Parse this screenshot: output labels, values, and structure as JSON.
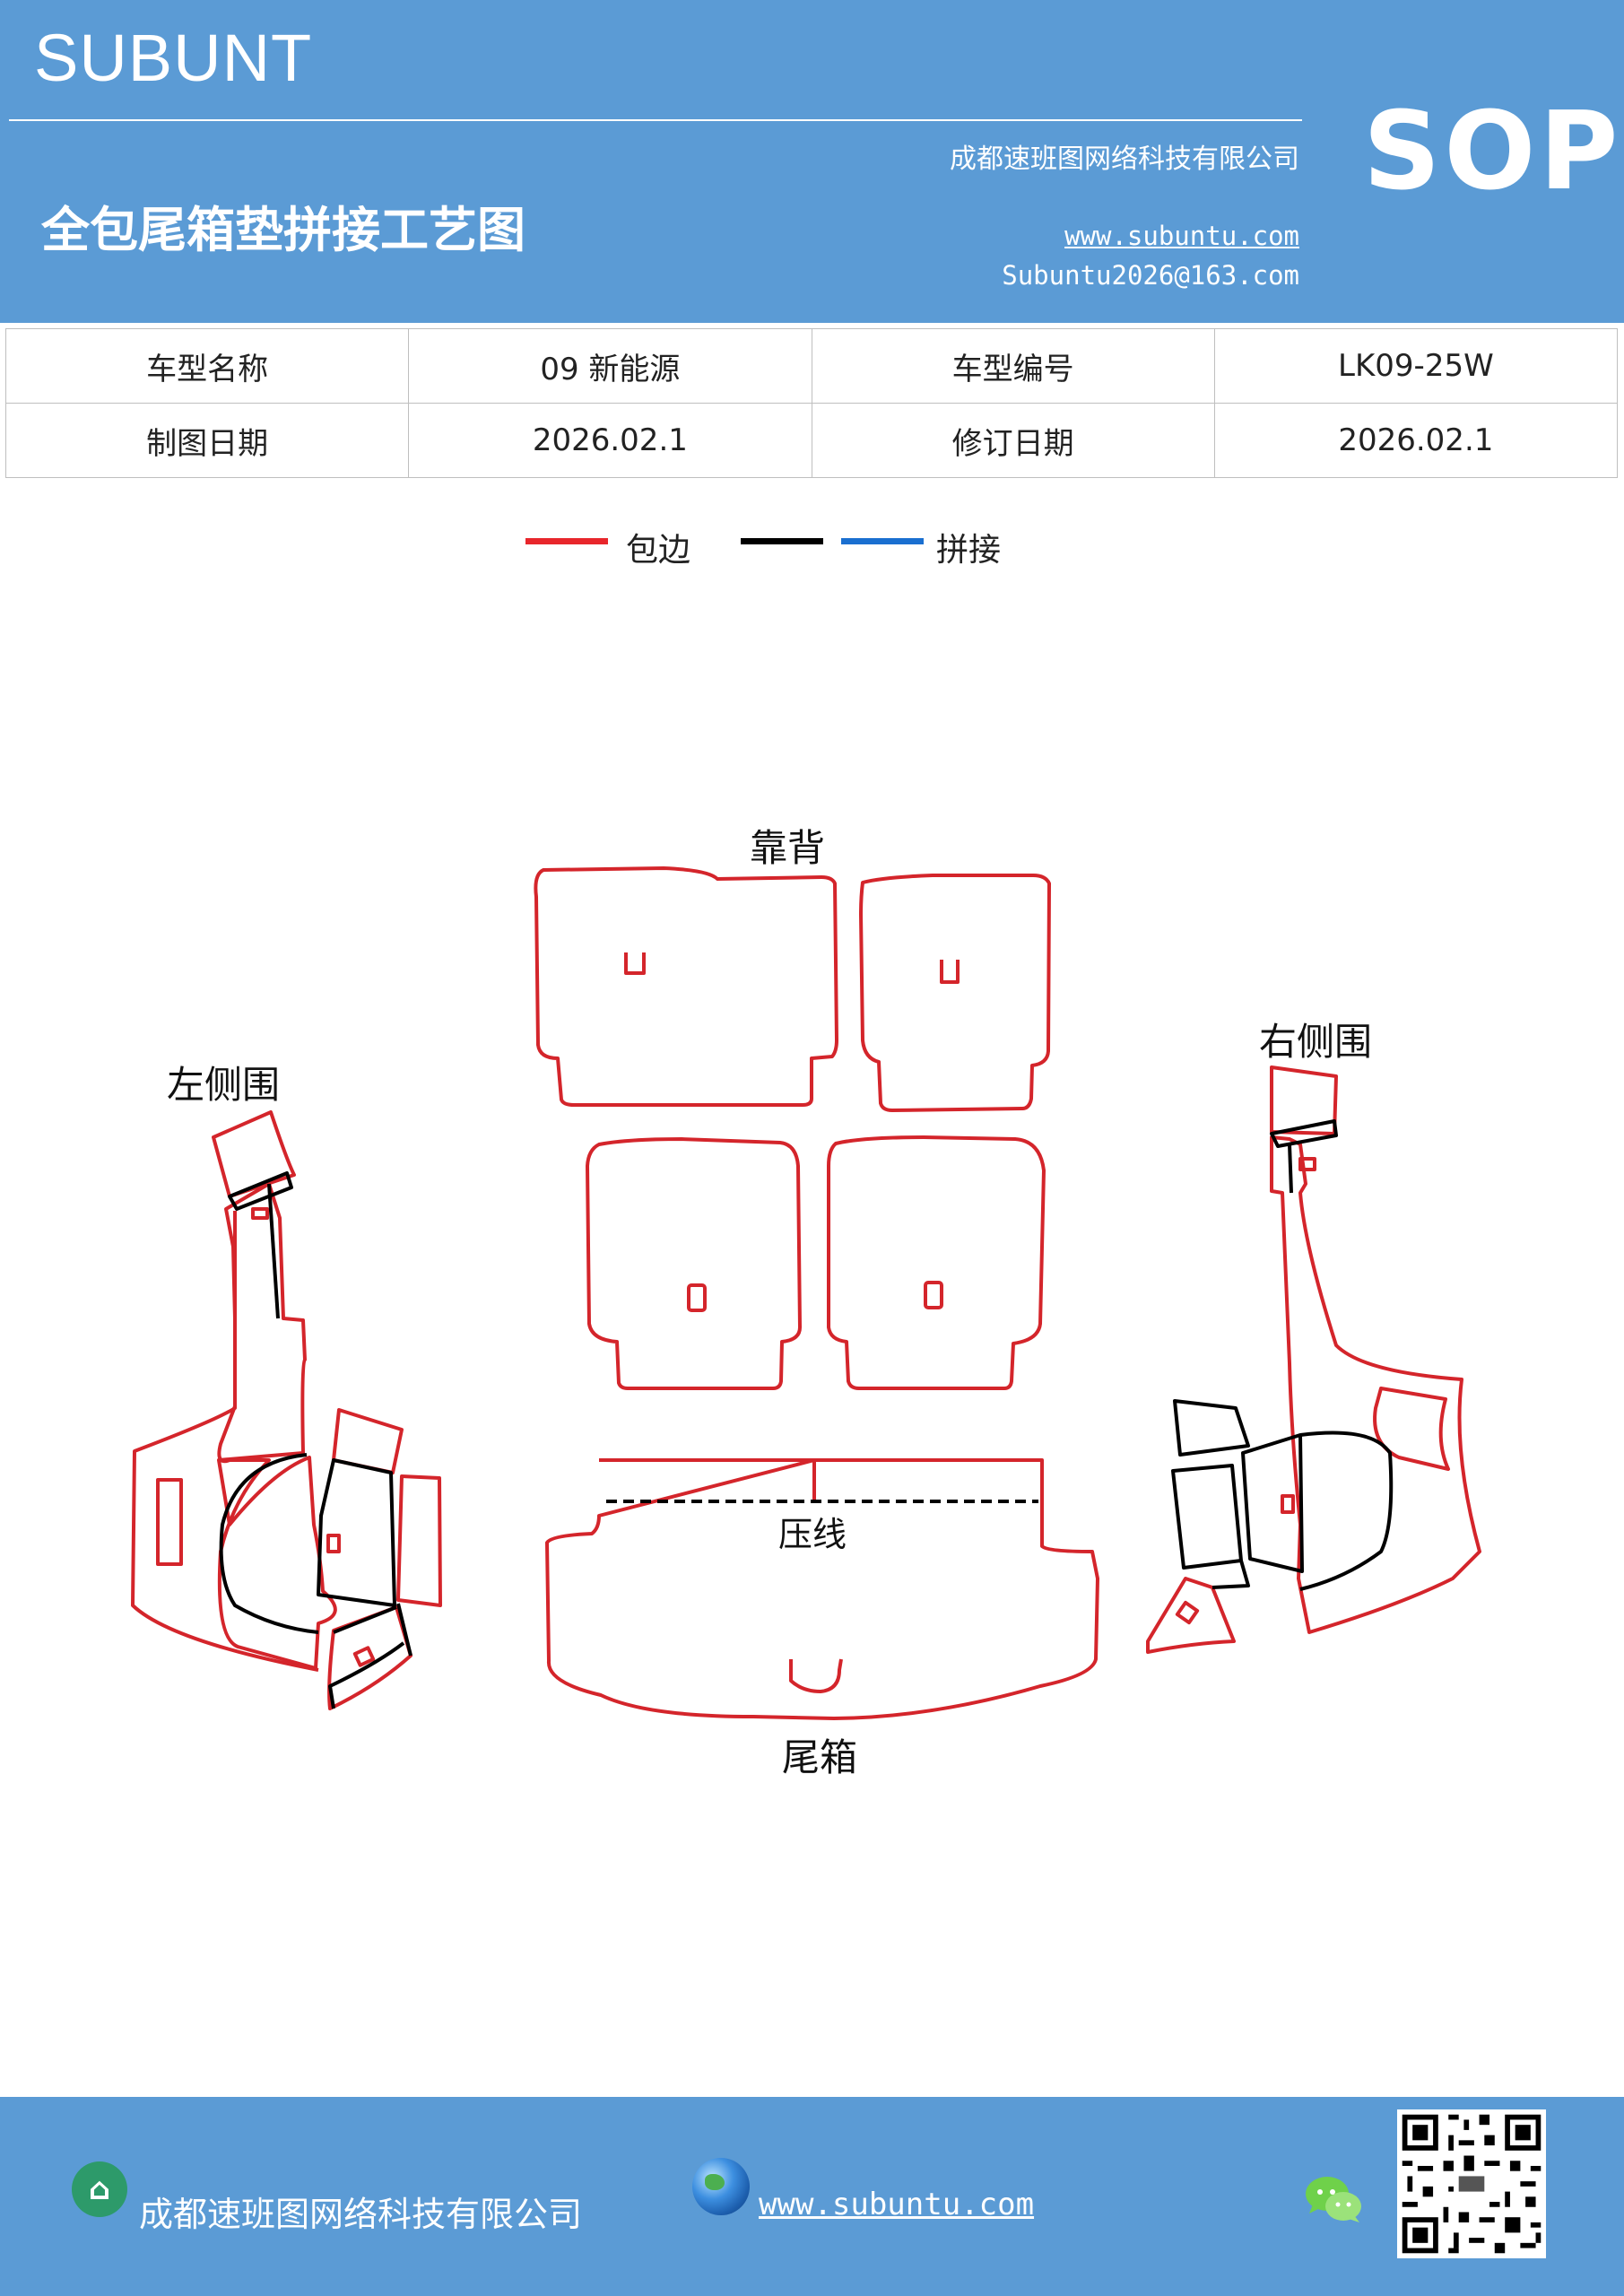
{
  "header": {
    "brand": "SUBUNT",
    "badge": "SOP",
    "title": "全包尾箱垫拼接工艺图",
    "company": "成都速班图网络科技有限公司",
    "website": "www.subuntu.com",
    "email": "Subuntu2026@163.com"
  },
  "info_table": {
    "rows": [
      [
        "车型名称",
        "09 新能源",
        "车型编号",
        "LK09-25W"
      ],
      [
        "制图日期",
        "2026.02.1",
        "修订日期",
        "2026.02.1"
      ]
    ]
  },
  "legend": {
    "items": [
      {
        "color": "#e8262b",
        "label": "包边"
      },
      {
        "color": "#000000",
        "label": ""
      },
      {
        "color": "#1a6fd0",
        "label": "拼接"
      }
    ]
  },
  "diagram": {
    "labels": {
      "backrest": "靠背",
      "left_side": "左侧围",
      "right_side": "右侧围",
      "press_line": "压线",
      "trunk": "尾箱"
    },
    "colors": {
      "edge": "#d4252b",
      "seam": "#000000"
    }
  },
  "footer": {
    "company": "成都速班图网络科技有限公司",
    "website": "www.subuntu.com"
  }
}
